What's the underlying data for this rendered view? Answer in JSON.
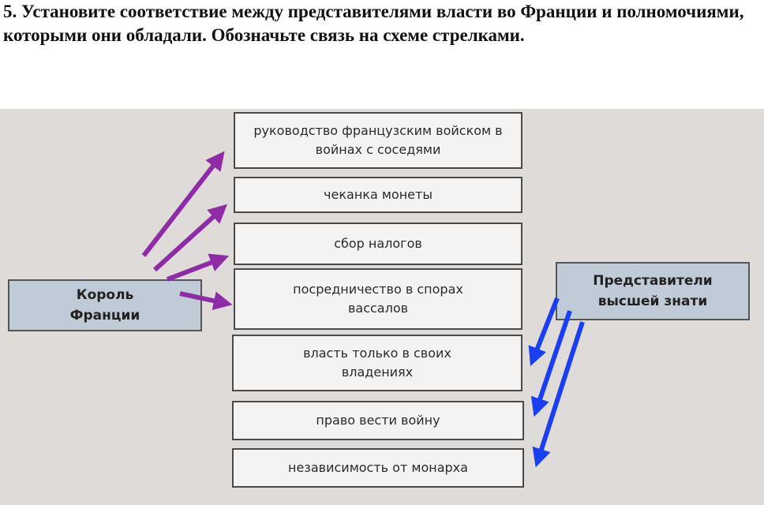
{
  "task": {
    "text": "5. Установите соответствие между представителями власти во Франции и полномочиями, которыми они обладали. Обозначьте связь на схеме стрелками."
  },
  "actors": {
    "king": "Король Франции",
    "nobles": "Представители высшей знати"
  },
  "powers": [
    "руководство французским войском в войнах с соседями",
    "чеканка монеты",
    "сбор налогов",
    "посредничество в спорах вассалов",
    "власть только в своих владениях",
    "право вести войну",
    "независимость от монарха"
  ],
  "colors": {
    "king_arrow": "#8e2ba6",
    "nobles_arrow": "#1a3ff0"
  },
  "icons": {
    "arrow": "arrow-icon"
  }
}
